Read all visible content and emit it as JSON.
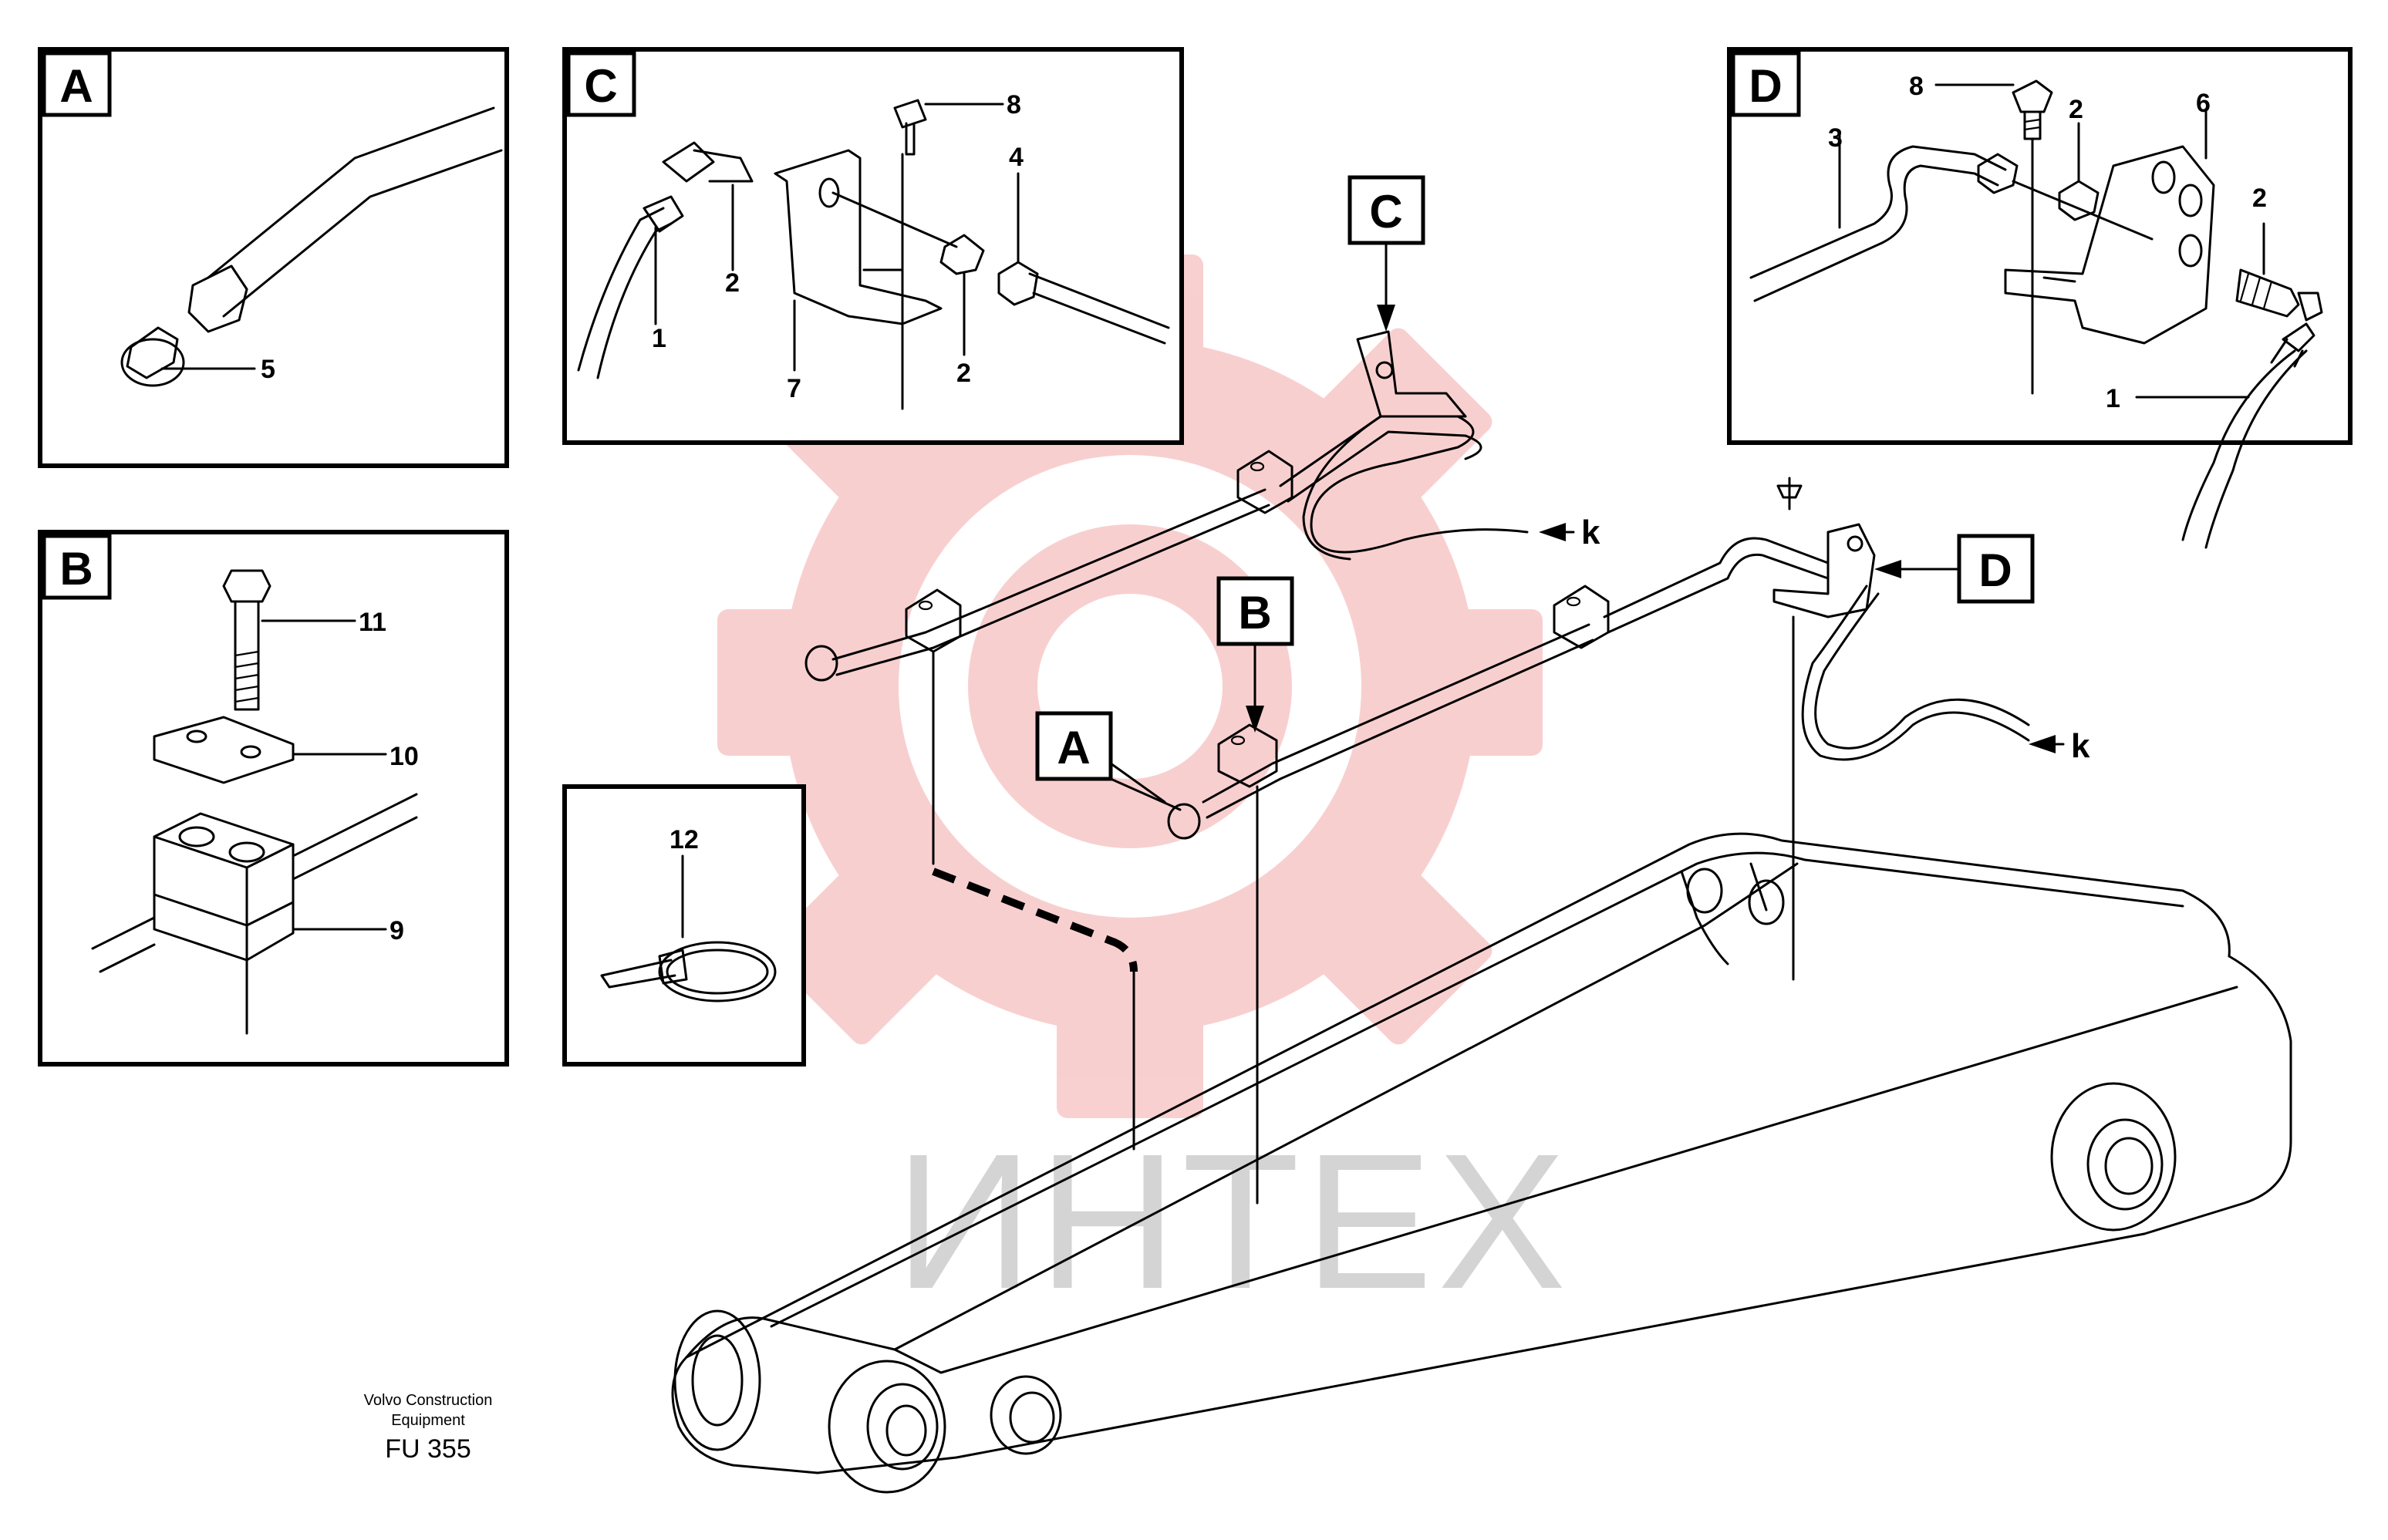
{
  "detail_tags": {
    "a": "A",
    "b": "B",
    "c": "C",
    "d": "D"
  },
  "callouts": {
    "a": [
      "5"
    ],
    "b": [
      "11",
      "10",
      "9"
    ],
    "c": [
      "8",
      "4",
      "2",
      "1",
      "2",
      "7"
    ],
    "d": [
      "8",
      "2",
      "6",
      "3",
      "2",
      "1"
    ],
    "tie": [
      "12"
    ]
  },
  "flow_label": "k",
  "watermark": "ИНТЕХ",
  "footer": {
    "maker_line1": "Volvo Construction",
    "maker_line2": "Equipment",
    "code": "FU 355"
  },
  "colors": {
    "line": "#000000",
    "watermark_red": "#f4a9a9",
    "watermark_gray": "#d4d4d4"
  }
}
